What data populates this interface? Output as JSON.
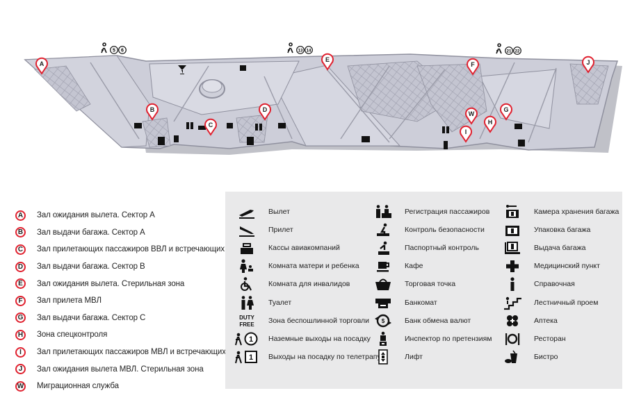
{
  "map": {
    "pins": [
      {
        "letter": "A"
      },
      {
        "letter": "B"
      },
      {
        "letter": "C"
      },
      {
        "letter": "D"
      },
      {
        "letter": "E"
      },
      {
        "letter": "F"
      },
      {
        "letter": "G"
      },
      {
        "letter": "H"
      },
      {
        "letter": "I"
      },
      {
        "letter": "J"
      },
      {
        "letter": "W"
      }
    ],
    "ground_exits": [
      {
        "numbers": [
          "5",
          "6"
        ]
      },
      {
        "numbers": [
          "13",
          "14"
        ]
      },
      {
        "numbers": [
          "21",
          "22"
        ]
      }
    ]
  },
  "zones": [
    {
      "letter": "A",
      "label": "Зал ожидания вылета. Сектор А"
    },
    {
      "letter": "B",
      "label": "Зал выдачи багажа. Сектор А"
    },
    {
      "letter": "C",
      "label": "Зал прилетающих пассажиров ВВЛ и встречающих"
    },
    {
      "letter": "D",
      "label": "Зал выдачи багажа. Сектор В"
    },
    {
      "letter": "E",
      "label": "Зал ожидания вылета. Стерильная зона"
    },
    {
      "letter": "F",
      "label": "Зал прилета МВЛ"
    },
    {
      "letter": "G",
      "label": "Зал выдачи багажа. Сектор С"
    },
    {
      "letter": "H",
      "label": "Зона спецконтроля"
    },
    {
      "letter": "I",
      "label": "Зал прилетающих пассажиров МВЛ и встречающих"
    },
    {
      "letter": "J",
      "label": "Зал ожидания вылета МВЛ. Стерильная зона"
    },
    {
      "letter": "W",
      "label": "Миграционная служба"
    }
  ],
  "legend": {
    "col1": [
      {
        "icon": "departure-icon",
        "label": "Вылет"
      },
      {
        "icon": "arrival-icon",
        "label": "Прилет"
      },
      {
        "icon": "airline-ticket-office-icon",
        "label": "Кассы авиакомпаний"
      },
      {
        "icon": "mother-child-room-icon",
        "label": "Комната матери и ребенка"
      },
      {
        "icon": "wheelchair-icon",
        "label": "Комната для инвалидов"
      },
      {
        "icon": "toilet-icon",
        "label": "Туалет"
      },
      {
        "icon": "duty-free-icon",
        "label": "Зона беспошлинной торговли",
        "icon_text": [
          "DUTY",
          "FREE"
        ]
      },
      {
        "icon": "ground-gate-icon",
        "label": "Наземные выходы на посадку",
        "icon_text": "1"
      },
      {
        "icon": "jet-bridge-gate-icon",
        "label": "Выходы на посадку по телетрапу",
        "icon_text": "1"
      }
    ],
    "col2": [
      {
        "icon": "check-in-icon",
        "label": "Регистрация пассажиров"
      },
      {
        "icon": "security-check-icon",
        "label": "Контроль безопасности"
      },
      {
        "icon": "passport-control-icon",
        "label": "Паспортный контроль"
      },
      {
        "icon": "cafe-icon",
        "label": "Кафе"
      },
      {
        "icon": "shop-icon",
        "label": "Торговая точка"
      },
      {
        "icon": "atm-icon",
        "label": "Банкомат"
      },
      {
        "icon": "currency-exchange-icon",
        "label": "Банк обмена валют"
      },
      {
        "icon": "claims-inspector-icon",
        "label": "Инспектор по претензиям"
      },
      {
        "icon": "elevator-icon",
        "label": "Лифт"
      }
    ],
    "col3": [
      {
        "icon": "luggage-storage-icon",
        "label": "Камера хранения багажа"
      },
      {
        "icon": "luggage-wrapping-icon",
        "label": "Упаковка багажа"
      },
      {
        "icon": "baggage-claim-icon",
        "label": "Выдача багажа"
      },
      {
        "icon": "first-aid-icon",
        "label": "Медицинский пункт"
      },
      {
        "icon": "information-icon",
        "label": "Справочная"
      },
      {
        "icon": "stairs-icon",
        "label": "Лестничный проем"
      },
      {
        "icon": "pharmacy-icon",
        "label": "Аптека"
      },
      {
        "icon": "restaurant-icon",
        "label": "Ресторан"
      },
      {
        "icon": "bistro-icon",
        "label": "Бистро"
      }
    ]
  },
  "colors": {
    "accent": "#e0202e",
    "floor": "#c9cad6",
    "floor_dark": "#a9aab8",
    "legend_bg": "#e9e9ea"
  }
}
